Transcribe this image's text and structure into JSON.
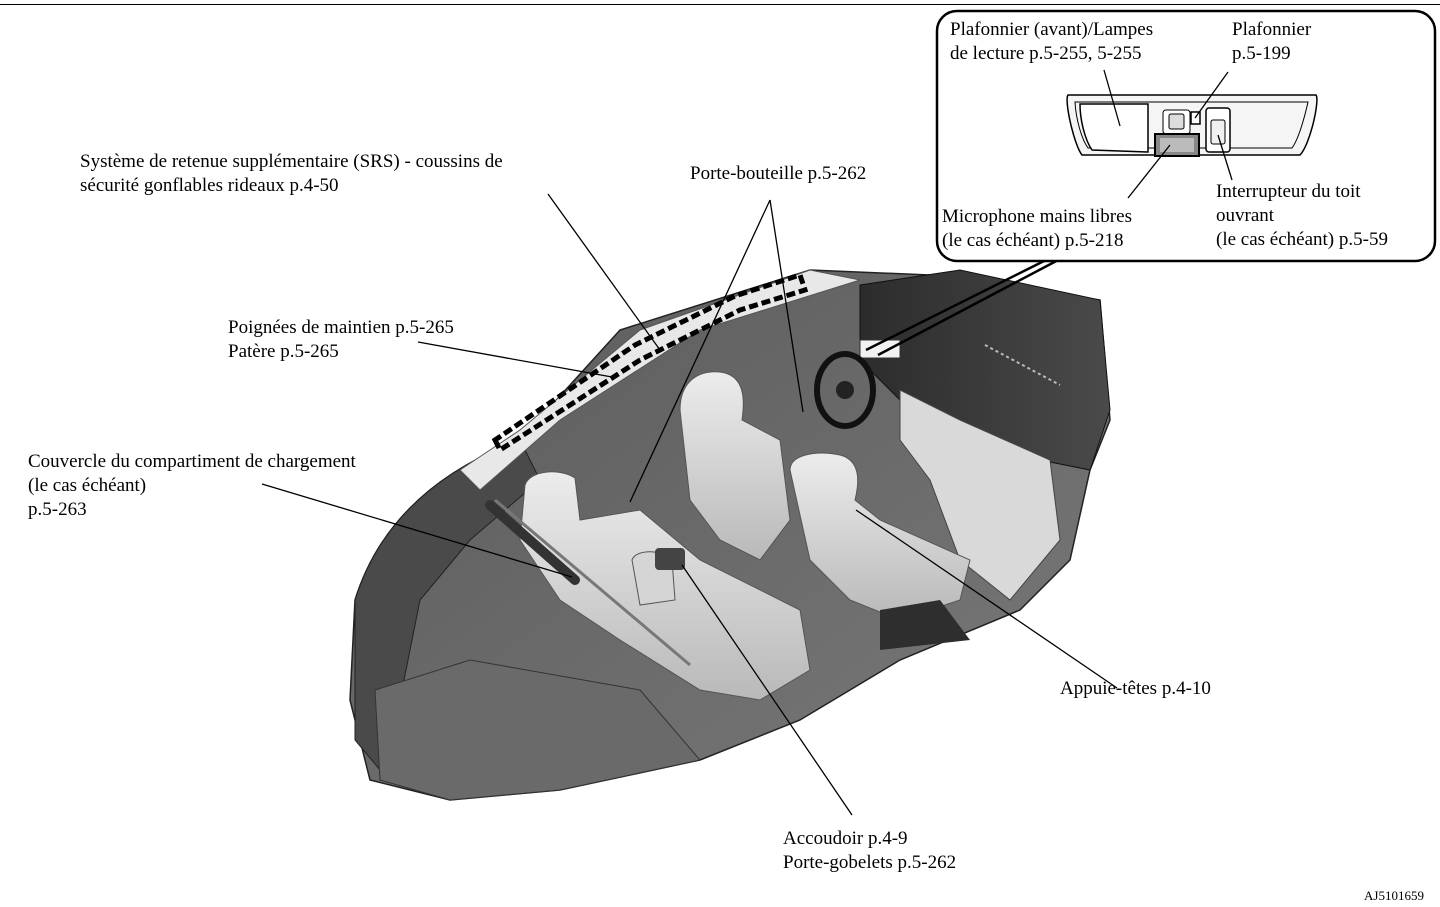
{
  "labels": {
    "curtain_airbags": "Système de retenue supplémentaire (SRS) - coussins de\nsécurité gonflables rideaux p.4-50",
    "grip_handles": "Poignées de maintien p.5-265\nPatère p.5-265",
    "cargo_cover": "Couvercle du compartiment de chargement\n(le cas échéant)\np.5-263",
    "bottle_holder": "Porte-bouteille p.5-262",
    "head_restraints": "Appuie-têtes p.4-10",
    "armrest": "Accoudoir p.4-9\nPorte-gobelets p.5-262"
  },
  "inset": {
    "front_lamps": "Plafonnier (avant)/Lampes\nde lecture p.5-255, 5-255",
    "room_lamp": "Plafonnier\np.5-199",
    "microphone": "Microphone mains libres\n(le cas échéant) p.5-218",
    "sunroof_switch": "Interrupteur du toit\nouvrant\n(le cas échéant) p.5-59"
  },
  "figure_code": "AJ5101659",
  "colors": {
    "line": "#000000",
    "floor": "#6e6e6e",
    "body_dark": "#3a3a3a",
    "seat": "#cfcfcf",
    "trim_light": "#e6e6e6"
  }
}
